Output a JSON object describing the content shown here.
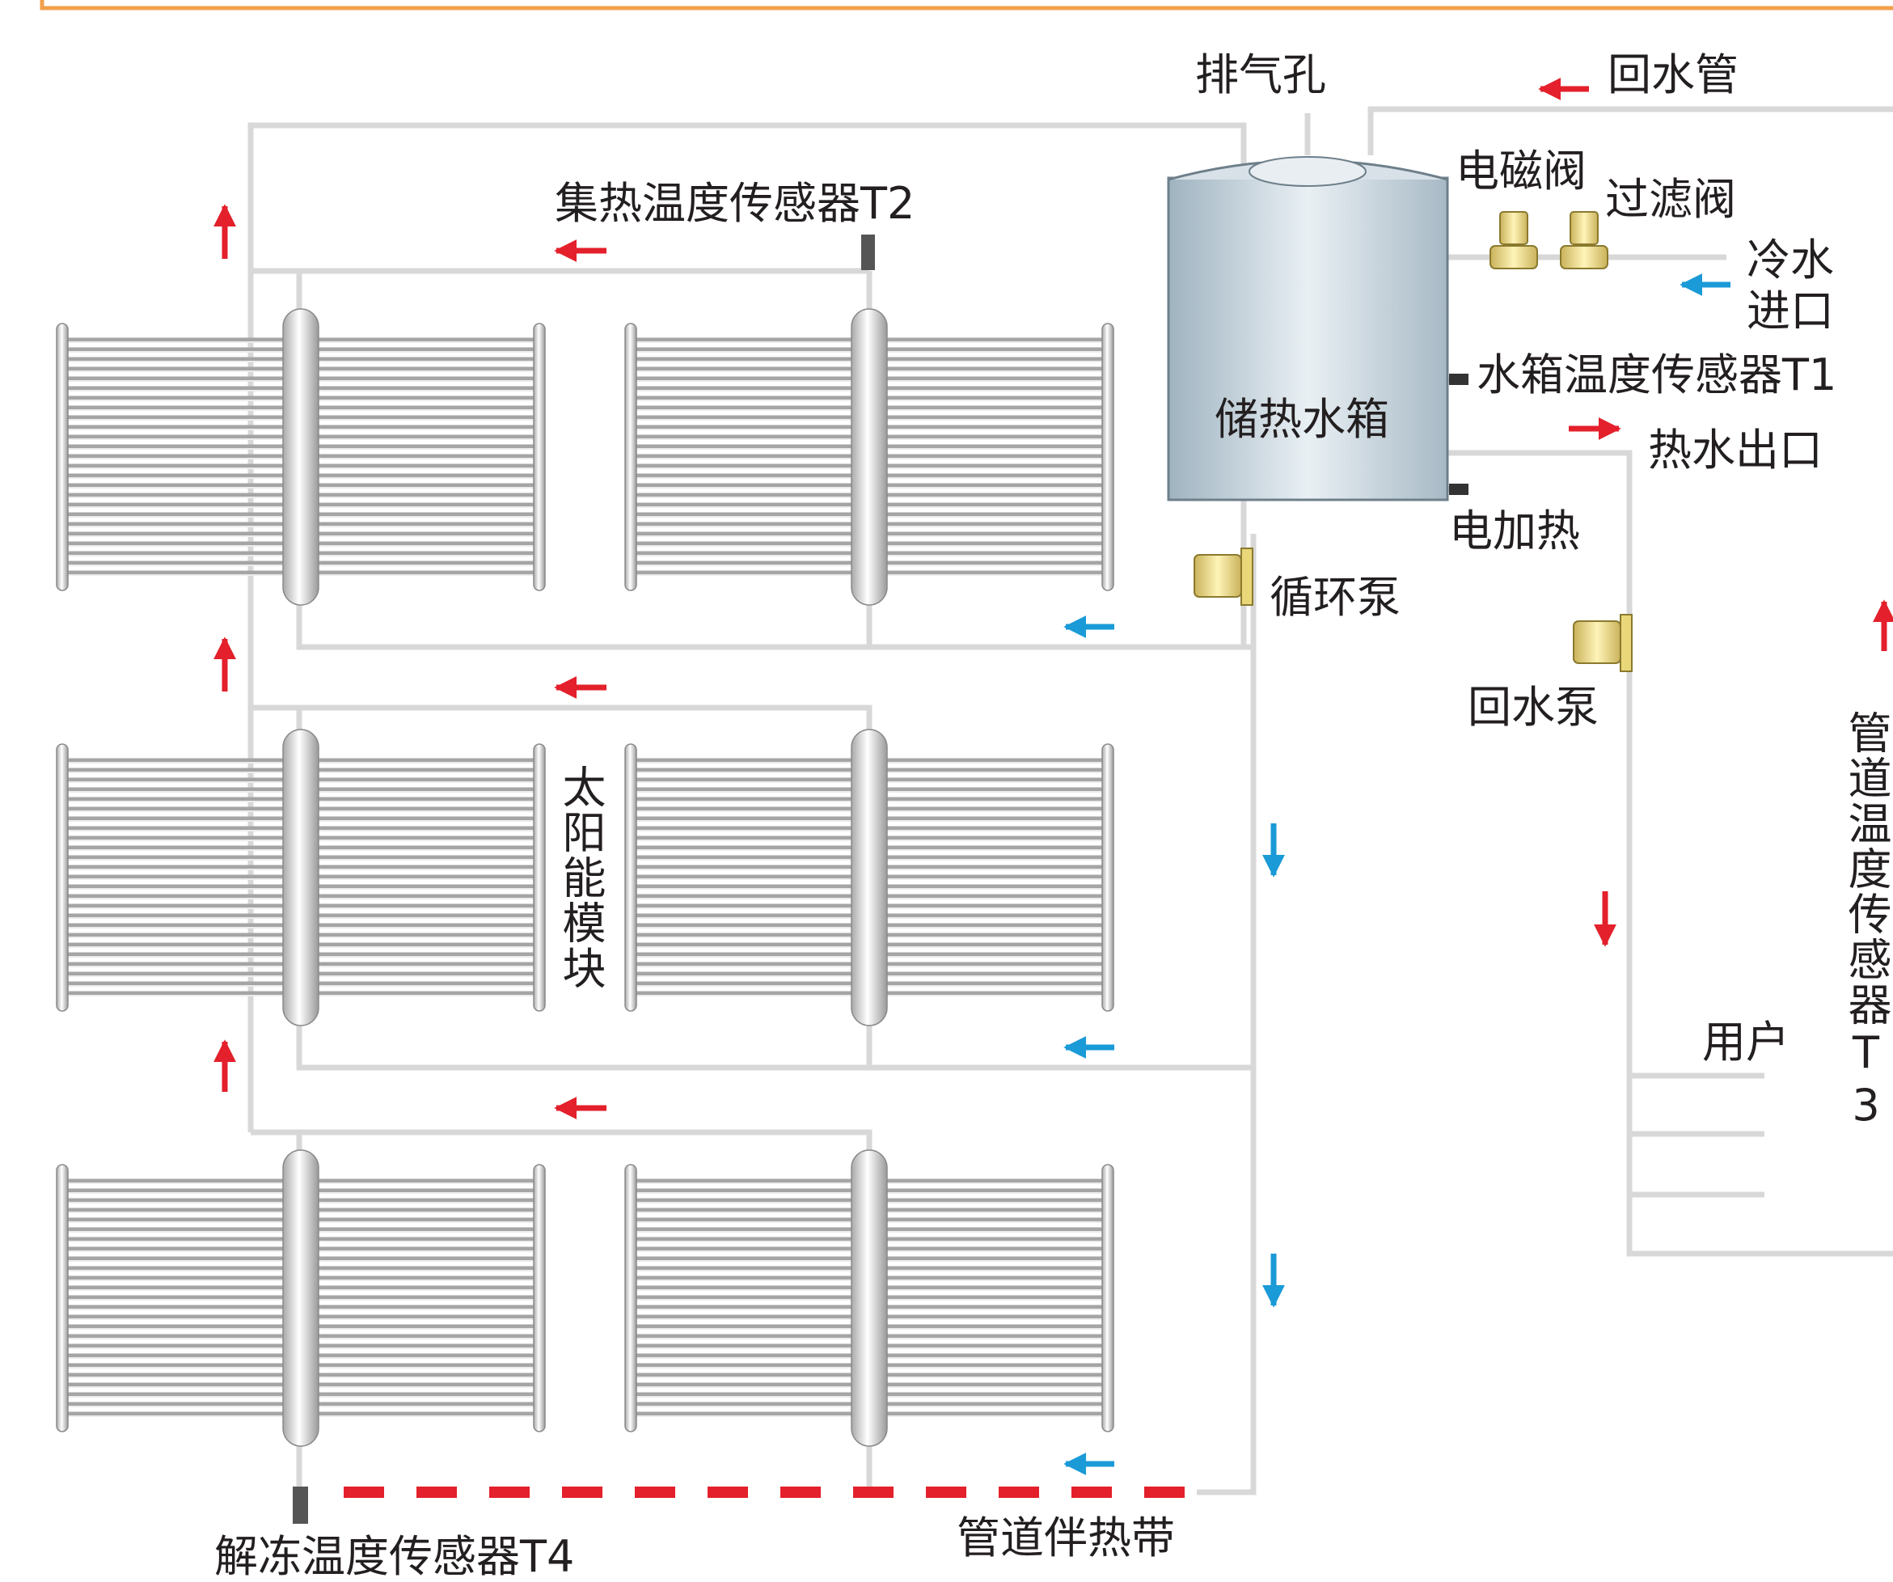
{
  "labels": {
    "vent": "排气孔",
    "return_pipe": "回水管",
    "solenoid_valve": "电磁阀",
    "filter_valve": "过滤阀",
    "cold_water_inlet_1": "冷水",
    "cold_water_inlet_2": "进口",
    "tank_sensor": "水箱温度传感器T1",
    "tank": "储热水箱",
    "hot_water_outlet": "热水出口",
    "electric_heater": "电加热",
    "circulation_pump": "循环泵",
    "return_pump": "回水泵",
    "collector_sensor": "集热温度传感器T2",
    "solar_module": "太阳能模块",
    "pipe_sensor": "管道温度传感器T3",
    "user": "用户",
    "antifreeze_sensor": "解冻温度传感器T4",
    "heat_tracing": "管道伴热带"
  },
  "colors": {
    "frame": "#f0a04b",
    "pipe": "#d8d8d8",
    "hot_arrow": "#e3202b",
    "cold_arrow": "#1a9ad7",
    "valve": "#f0dc82",
    "tank_fill": "#c5d3dc",
    "sensor": "#555555",
    "text": "#231f20"
  },
  "icons": {
    "valve": "valve-icon",
    "pump": "pump-icon",
    "sensor": "sensor-icon",
    "arrow": "flow-arrow-icon",
    "collector": "solar-collector-icon"
  }
}
